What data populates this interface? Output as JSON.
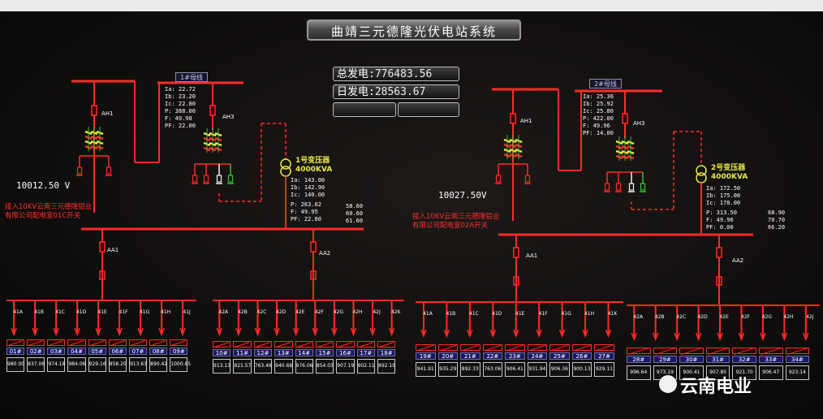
{
  "title": "曲靖三元德隆光伏电站系统",
  "stats": {
    "total_label": "总发电:",
    "total_value": "776483.56",
    "day_label": "日发电:",
    "day_value": "28563.67",
    "t1": "",
    "t2": ""
  },
  "left": {
    "bus_label": "1#母线",
    "voltage": "10012.50 V",
    "note1": "接入10KV云南三元德隆铝业",
    "note2": "有限公司配电室01C开关",
    "transformer_name": "1号变压器",
    "transformer_cap": "4000KVA",
    "ah1": "AH1",
    "ah3": "AH3",
    "aa1": "AA1",
    "aa2": "AA2",
    "ah3_meas": [
      "Ia: 22.72",
      "Ib: 23.20",
      "Ic: 22.80",
      "P: 388.00",
      "F: 49.98",
      "PF: 22.00"
    ],
    "tr_meas": [
      "Ia: 143.00",
      "Ib: 142.90",
      "Ic: 140.00",
      "P: 263.62",
      "F: 49.95",
      "PF: 22.00"
    ],
    "tr_extra": [
      "58.60",
      "60.60",
      "61.60"
    ],
    "feeders_a": [
      "41A",
      "41B",
      "41C",
      "41D",
      "41E",
      "41F",
      "41G",
      "41H",
      "41J"
    ],
    "feeders_b": [
      "42A",
      "42B",
      "42C",
      "42D",
      "42E",
      "42F",
      "42G",
      "42H",
      "42J",
      "42K"
    ],
    "cabinets_a": [
      "01#",
      "02#",
      "03#",
      "04#",
      "05#",
      "06#",
      "07#",
      "08#",
      "09#"
    ],
    "cabinets_b": [
      "10#",
      "11#",
      "12#",
      "13#",
      "14#",
      "15#",
      "16#",
      "17#",
      "18#"
    ],
    "values_a": [
      "980.00",
      "837.06",
      "974.18",
      "984.06",
      "929.16",
      "858.20",
      "913.63",
      "890.42",
      "1000.85"
    ],
    "values_b": [
      "913.13",
      "821.57",
      "763.49",
      "940.68",
      "976.06",
      "854.03",
      "907.19",
      "902.11",
      "892.19"
    ]
  },
  "right": {
    "bus_label": "2#母线",
    "voltage": "10027.50V",
    "note1": "接入10KV云南三元德隆铝业",
    "note2": "有限公司配电室02A开关",
    "transformer_name": "2号变压器",
    "transformer_cap": "4000KVA",
    "ah1": "AH1",
    "ah3": "AH3",
    "aa1": "AA1",
    "aa2": "AA2",
    "ah3_meas": [
      "Ia: 25.36",
      "Ib: 25.92",
      "Ic: 25.80",
      "P: 422.00",
      "F: 49.96",
      "PF: 14.00"
    ],
    "tr_meas": [
      "Ia: 172.50",
      "Ib: 175.00",
      "Ic: 178.00",
      "P: 313.50",
      "F: 49.96",
      "PF: 0.00"
    ],
    "tr_extra": [
      "68.90",
      "70.70",
      "66.20"
    ],
    "feeders_a": [
      "41A",
      "41B",
      "41C",
      "41D",
      "41E",
      "41F",
      "41G",
      "41H",
      "41K"
    ],
    "feeders_b": [
      "42A",
      "42B",
      "42C",
      "42D",
      "42E",
      "42F",
      "42G",
      "42H",
      "42J"
    ],
    "cabinets_a": [
      "19#",
      "20#",
      "21#",
      "22#",
      "23#",
      "24#",
      "25#",
      "26#",
      "27#"
    ],
    "cabinets_b": [
      "28#",
      "29#",
      "30#",
      "31#",
      "32#",
      "33#",
      "34#"
    ],
    "values_a": [
      "941.91",
      "935.29",
      "892.33",
      "763.06",
      "906.41",
      "931.94",
      "906.36",
      "900.13",
      "929.11"
    ],
    "values_b": [
      "996.64",
      "973.19",
      "900.41",
      "907.85",
      "921.70",
      "906.47",
      "923.14"
    ]
  },
  "watermark": "云南电业",
  "colors": {
    "line": "#ff2a2a",
    "yellow": "#e8e84a",
    "green": "#31c431",
    "bg": "#101010"
  }
}
